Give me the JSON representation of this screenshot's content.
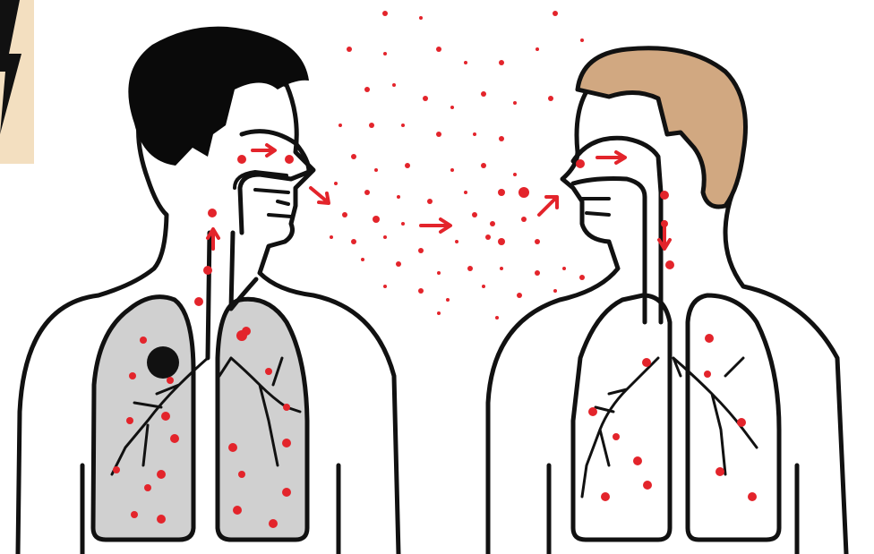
{
  "colors": {
    "outline": "#111111",
    "lung_fill_infected": "#d0d0d0",
    "lung_fill_healthy": "#ffffff",
    "droplet": "#e3242b",
    "hair_left": "#0a0a0a",
    "hair_right": "#d1a881",
    "corner_panel": "#f3dfc0",
    "background": "#ffffff"
  },
  "figures": [
    {
      "role": "source",
      "hair": "black",
      "lungs": "grey",
      "lesion": true
    },
    {
      "role": "recipient",
      "hair": "tan",
      "lungs": "white",
      "lesion": false
    }
  ],
  "icons": [
    "lightning-bolt-icon",
    "arrow-right-icon"
  ]
}
